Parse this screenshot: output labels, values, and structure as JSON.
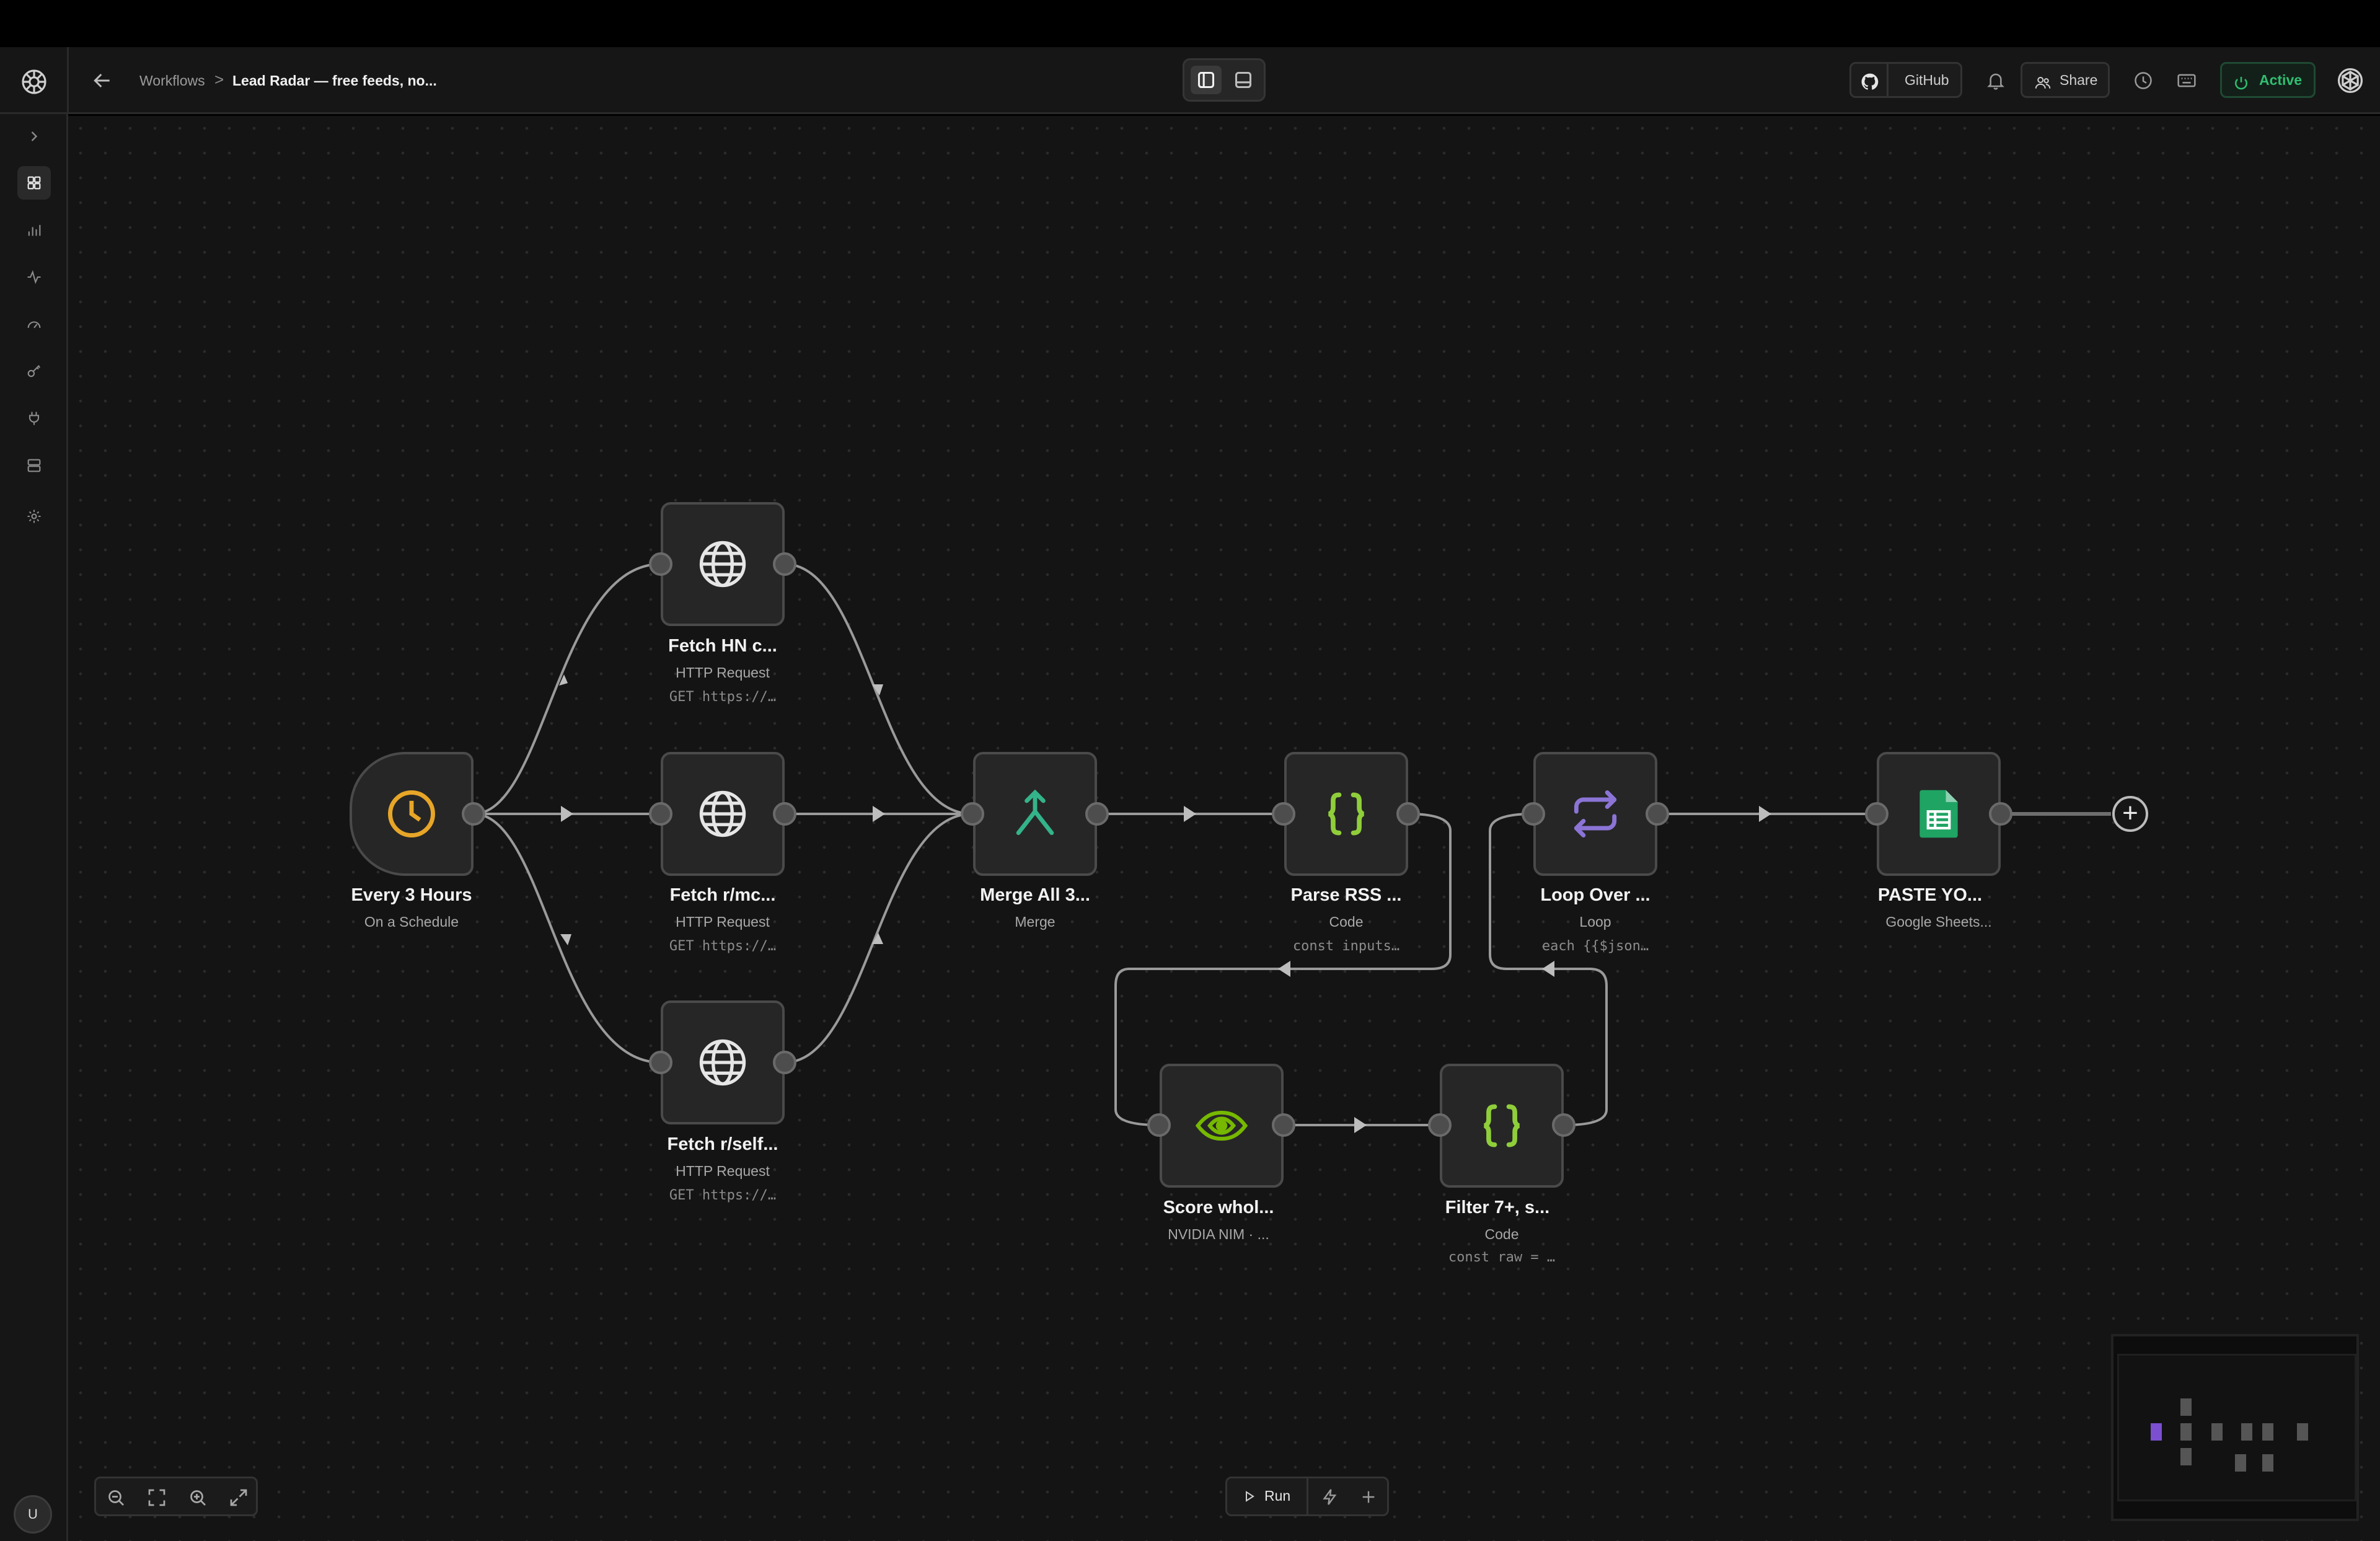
{
  "topbar": {
    "breadcrumb_root": "Workflows",
    "breadcrumb_sep": ">",
    "workflow_title": "Lead Radar — free feeds, no...",
    "github_label": "GitHub",
    "share_label": "Share",
    "status_label": "Active",
    "status_color": "#2fbf71"
  },
  "sidebar": {
    "items": [
      "expand-icon",
      "dashboard-icon",
      "bar-chart-icon",
      "activity-icon",
      "gauge-icon",
      "key-icon",
      "plug-icon",
      "database-icon",
      "settings-icon"
    ],
    "active": "dashboard-icon",
    "avatar_initial": "U"
  },
  "nodes": {
    "schedule": {
      "title": "Every 3 Hours",
      "subtitle": "On a Schedule",
      "icon": "clock-icon",
      "color": "#e7a628"
    },
    "fetch_hn": {
      "title": "Fetch HN c...",
      "subtitle": "HTTP Request",
      "code": "GET https://…",
      "icon": "globe-icon"
    },
    "fetch_rmc": {
      "title": "Fetch r/mc...",
      "subtitle": "HTTP Request",
      "code": "GET https://…",
      "icon": "globe-icon"
    },
    "fetch_rself": {
      "title": "Fetch r/self...",
      "subtitle": "HTTP Request",
      "code": "GET https://…",
      "icon": "globe-icon"
    },
    "merge": {
      "title": "Merge All 3...",
      "subtitle": "Merge",
      "icon": "merge-icon",
      "color": "#34b38a"
    },
    "parse": {
      "title": "Parse RSS ...",
      "subtitle": "Code",
      "code": "const inputs…",
      "icon": "braces-icon",
      "color": "#8fce3a"
    },
    "loop": {
      "title": "Loop Over ...",
      "subtitle": "Loop",
      "code": "each {{$json…",
      "icon": "repeat-icon",
      "color": "#8b74d6"
    },
    "sheets": {
      "title": "PASTE YO...",
      "subtitle": "Google Sheets...",
      "icon": "google-sheets-icon",
      "color": "#1fa463"
    },
    "score": {
      "title": "Score whol...",
      "subtitle": "NVIDIA NIM · ...",
      "icon": "nvidia-icon",
      "color": "#76b900"
    },
    "filter": {
      "title": "Filter 7+, s...",
      "subtitle": "Code",
      "code": "const raw = …",
      "icon": "braces-icon",
      "color": "#8fce3a"
    }
  },
  "canvas_controls": {
    "zoom": [
      "zoom-out-icon",
      "fit-view-icon",
      "zoom-in-icon",
      "fullscreen-icon"
    ],
    "run_label": "Run"
  }
}
